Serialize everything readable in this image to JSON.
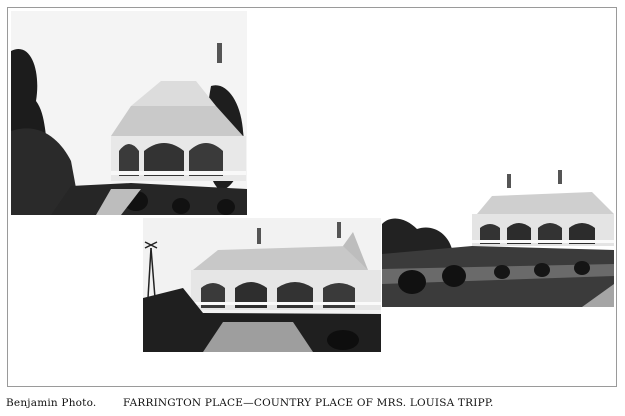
{
  "photo_credit": "Benjamin Photo.",
  "caption": "FARRINGTON PLACE—COUNTRY PLACE OF MRS. LOUISA TRIPP.",
  "photos": [
    {
      "subject": "house with arched porch among trees"
    },
    {
      "subject": "house with porch, windmill at left"
    },
    {
      "subject": "house on terraced hillside with gardens"
    }
  ]
}
